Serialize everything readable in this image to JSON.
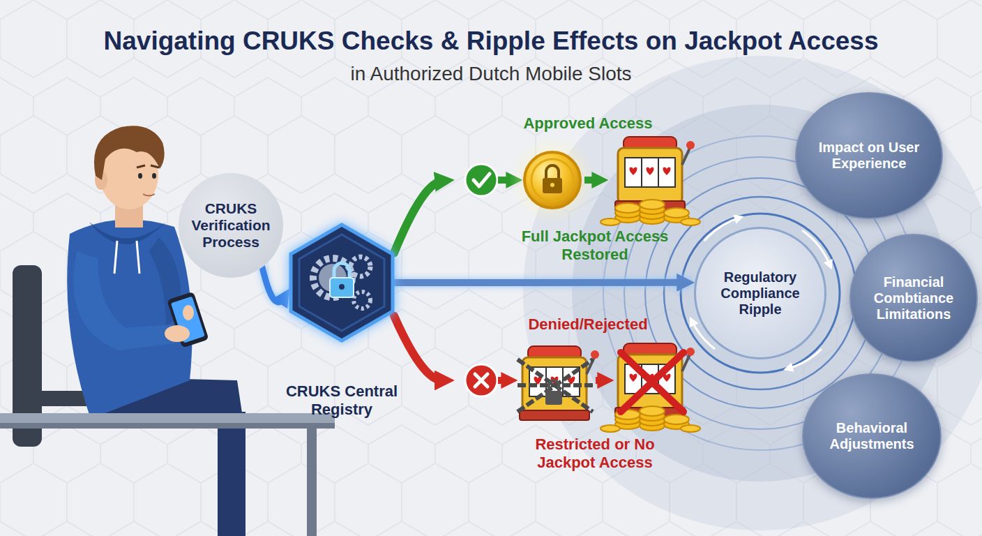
{
  "diagram": {
    "title": "Navigating CRUKS Checks & Ripple Effects on Jackpot Access",
    "nodes": [
      {
        "text": [
          "CRUKS Verification Process"
        ]
      },
      {
        "text": [
          "CRUKS Central Registry"
        ]
      },
      {
        "text": [
          "Approved Access",
          "Full Jackpot Access Restored"
        ]
      },
      {
        "text": [
          "Denied/Rejected",
          "Restricted or No Jackpot Access"
        ]
      },
      {
        "text": [
          "Regulatory Compliance Ripple"
        ]
      },
      {
        "text": [
          "Impact on User Experience"
        ]
      },
      {
        "text": [
          "Financial Combtiance Limitations"
        ]
      },
      {
        "text": [
          "Behavioral Adjustments"
        ]
      }
    ],
    "edges": [
      {
        "from": 0,
        "to": 1,
        "arrow": "to"
      },
      {
        "from": 1,
        "to": 2,
        "arrow": "to"
      },
      {
        "from": 1,
        "to": 3,
        "arrow": "to"
      },
      {
        "from": 1,
        "to": 4,
        "arrow": "to"
      }
    ],
    "labels": [
      "in Authorized Dutch Mobile Slots"
    ]
  }
}
